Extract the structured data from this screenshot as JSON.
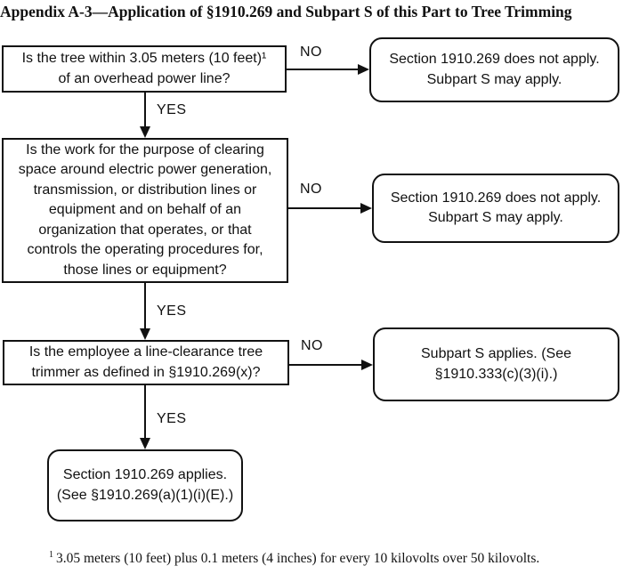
{
  "title": "Appendix A-3—Application of §1910.269 and Subpart S of this Part to Tree Trimming",
  "flowchart": {
    "labels": {
      "yes": "YES",
      "no": "NO"
    },
    "nodes": {
      "q1": {
        "lines": [
          "Is the tree within 3.05 meters (10 feet)¹",
          "of an overhead power line?"
        ]
      },
      "r1": {
        "lines": [
          "Section 1910.269 does not apply.",
          "Subpart S may apply."
        ]
      },
      "q2": {
        "lines": [
          "Is the work for the purpose of clearing",
          "space around electric power generation,",
          "transmission, or distribution lines or",
          "equipment and on behalf of an",
          "organization that operates, or that",
          "controls the operating procedures for,",
          "those lines or equipment?"
        ]
      },
      "r2": {
        "lines": [
          "Section 1910.269 does not apply.",
          "Subpart S may apply."
        ]
      },
      "q3": {
        "lines": [
          "Is the employee a line-clearance tree",
          "trimmer as defined in §1910.269(x)?"
        ]
      },
      "r3": {
        "lines": [
          "Subpart S applies. (See",
          "§1910.333(c)(3)(i).)"
        ]
      },
      "final": {
        "lines": [
          "Section 1910.269 applies.",
          "(See §1910.269(a)(1)(i)(E).)"
        ]
      }
    }
  },
  "footnote": {
    "marker": "1",
    "text": "3.05 meters (10 feet) plus 0.1 meters (4 inches) for every 10 kilovolts over 50 kilovolts."
  },
  "colors": {
    "line": "#111111",
    "background": "#ffffff",
    "text": "#111111"
  }
}
